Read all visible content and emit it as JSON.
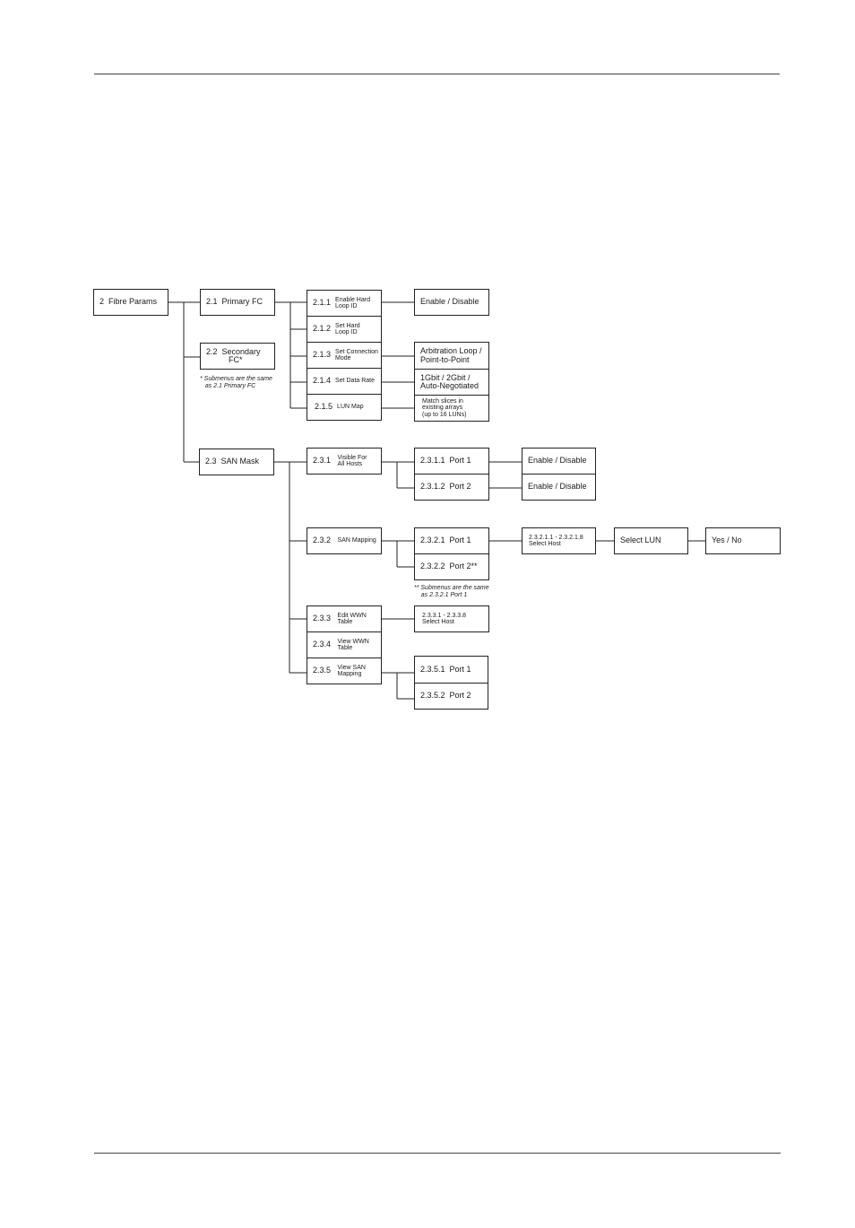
{
  "diagram": {
    "root": "2  Fibre Params",
    "n2_1": {
      "num": "2.1  Primary FC"
    },
    "n2_2": {
      "num": "2.2  Secondary\n          FC*"
    },
    "note_star": "* Submenus are the same\n   as 2.1 Primary FC",
    "n2_1_1": {
      "num": "2.1.1",
      "label": "Enable Hard\nLoop ID"
    },
    "n2_1_2": {
      "num": "2.1.2",
      "label": "Set Hard\nLoop ID"
    },
    "n2_1_3": {
      "num": "2.1.3",
      "label": "Set Connection\nMode"
    },
    "n2_1_4": {
      "num": "2.1.4",
      "label": "Set Data Rate"
    },
    "n2_1_5": {
      "num": "2.1.5",
      "label": "LUN Map"
    },
    "opt_enable_1": "Enable / Disable",
    "opt_arbitration": "Arbitration Loop /\nPoint-to-Point",
    "opt_rate": "1Gbit / 2Gbit /\nAuto-Negotiated",
    "opt_lunmap": "Match slices in\nexisting arrays\n(up to 16 LUNs)",
    "n2_3": {
      "num": "2.3  SAN Mask"
    },
    "n2_3_1": {
      "num": "2.3.1",
      "label": "Visible For\nAll Hosts"
    },
    "n2_3_1_1": "2.3.1.1  Port 1",
    "n2_3_1_2": "2.3.1.2  Port 2",
    "opt_enable_2": "Enable / Disable",
    "opt_enable_3": "Enable / Disable",
    "n2_3_2": {
      "num": "2.3.2",
      "label": "SAN Mapping"
    },
    "n2_3_2_1": "2.3.2.1  Port 1",
    "n2_3_2_2": "2.3.2.2  Port 2**",
    "note_dstar": "** Submenus are the same\n    as 2.3.2.1 Port 1",
    "n2_3_2_1_x": "2.3.2.1.1 - 2.3.2.1.8\nSelect Host",
    "select_lun": "Select LUN",
    "yes_no": "Yes / No",
    "n2_3_3": {
      "num": "2.3.3",
      "label": "Edit WWN\nTable"
    },
    "n2_3_3_x": "2.3.3.1 - 2.3.3.8\nSelect Host",
    "n2_3_4": {
      "num": "2.3.4",
      "label": "View WWN\nTable"
    },
    "n2_3_5": {
      "num": "2.3.5",
      "label": "View SAN\nMapping"
    },
    "n2_3_5_1": "2.3.5.1  Port 1",
    "n2_3_5_2": "2.3.5.2  Port 2"
  }
}
